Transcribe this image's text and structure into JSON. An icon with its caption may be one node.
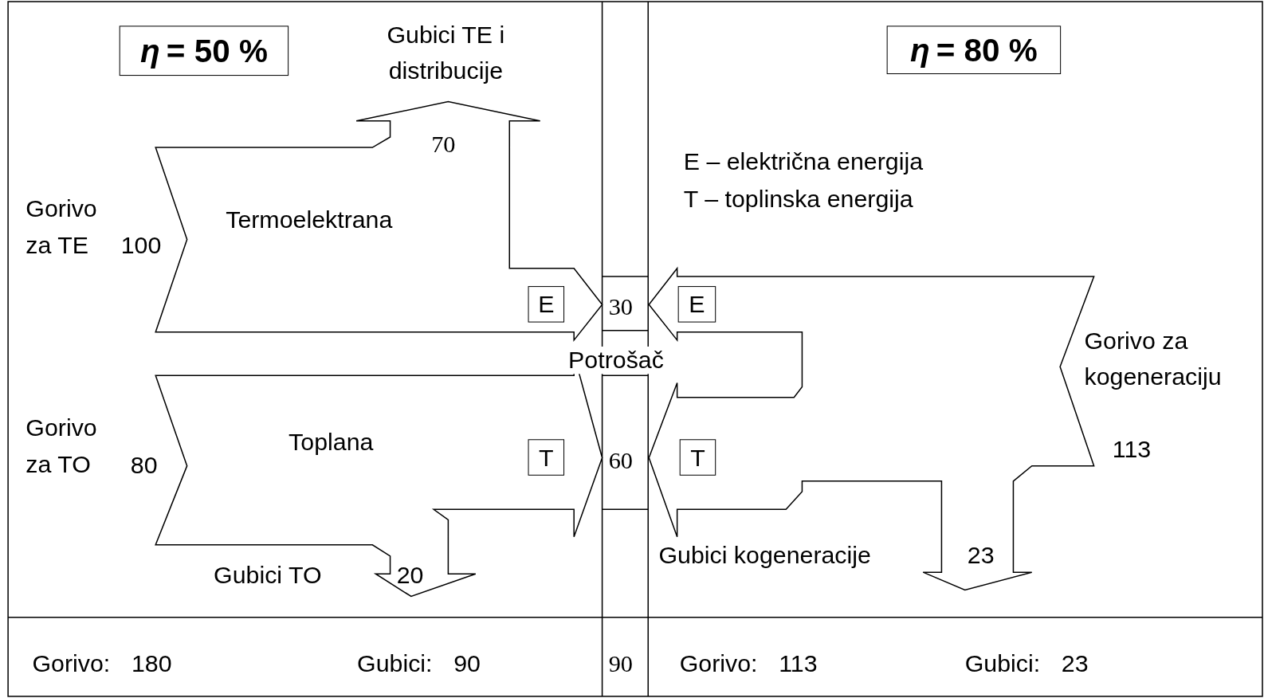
{
  "diagram": {
    "nodes": [
      {
        "text": [
          "*η* = 50 %"
        ]
      },
      {
        "text": [
          "*η* = 80 %"
        ]
      },
      {
        "text": [
          "E"
        ]
      },
      {
        "text": [
          "T"
        ]
      },
      {
        "text": [
          "E"
        ]
      },
      {
        "text": [
          "T"
        ]
      }
    ],
    "edges": [],
    "labels": [
      "Gubici TE i distribucije",
      "70",
      "E – električna energija",
      "T – toplinska energija",
      "Gorivo za TE",
      "100",
      "Termoelektrana",
      "30",
      "Gorivo za kogeneraciju",
      "Potrošač",
      "Gorivo za TO",
      "80",
      "Toplana",
      "113",
      "60",
      "Gubici kogeneracije",
      "23",
      "Gubici TO",
      "20",
      "Gorivo: 180",
      "Gubici: 90",
      "90",
      "Gorivo: 113",
      "Gubici: 23"
    ]
  }
}
